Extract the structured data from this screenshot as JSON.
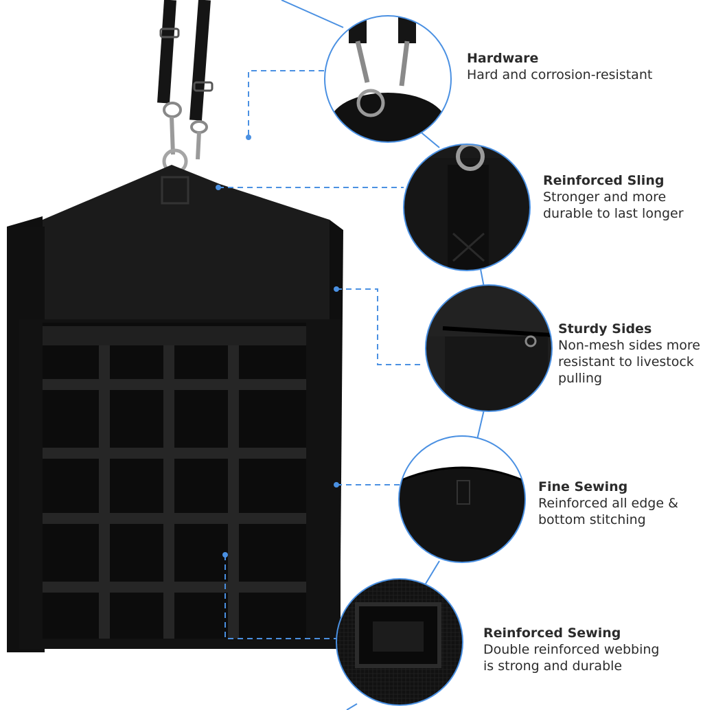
{
  "colors": {
    "accent": "#4a90e2",
    "bag": "#141414",
    "strap": "#1a1a1a",
    "text": "#2b2b2b"
  },
  "features": [
    {
      "title": "Hardware",
      "description": "Hard and corrosion-resistant"
    },
    {
      "title": "Reinforced Sling",
      "description": "Stronger and more\ndurable to last longer"
    },
    {
      "title": "Sturdy Sides",
      "description": "Non-mesh sides more\nresistant to livestock\npulling"
    },
    {
      "title": "Fine Sewing",
      "description": "Reinforced all edge &\nbottom stitching"
    },
    {
      "title": "Reinforced Sewing",
      "description": "Double reinforced webbing\nis strong and durable"
    }
  ]
}
